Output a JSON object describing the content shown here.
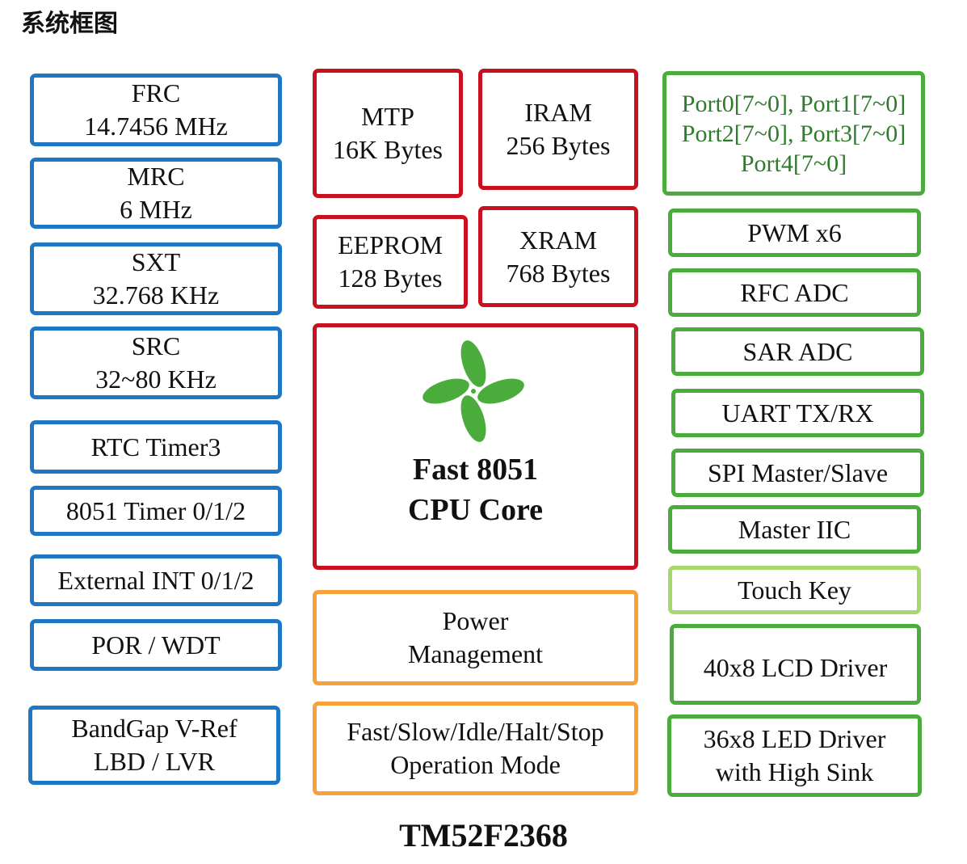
{
  "title": "系统框图",
  "left_blocks": [
    {
      "line1": "FRC",
      "line2": "14.7456 MHz"
    },
    {
      "line1": "MRC",
      "line2": "6 MHz"
    },
    {
      "line1": "SXT",
      "line2": "32.768 KHz"
    },
    {
      "line1": "SRC",
      "line2": "32~80 KHz"
    },
    {
      "line1": "RTC Timer3"
    },
    {
      "line1": "8051 Timer 0/1/2"
    },
    {
      "line1": "External INT 0/1/2"
    },
    {
      "line1": "POR / WDT"
    },
    {
      "line1": "BandGap V-Ref",
      "line2": "LBD / LVR"
    }
  ],
  "memory": {
    "mtp": {
      "line1": "MTP",
      "line2": "16K Bytes"
    },
    "iram": {
      "line1": "IRAM",
      "line2": "256 Bytes"
    },
    "eeprom": {
      "line1": "EEPROM",
      "line2": "128 Bytes"
    },
    "xram": {
      "line1": "XRAM",
      "line2": "768 Bytes"
    }
  },
  "cpu": {
    "line1": "Fast 8051",
    "line2": "CPU Core",
    "logo_icon": "green-pinwheel-icon",
    "logo_color": "#4aad3b"
  },
  "power": {
    "line1": "Power",
    "line2": "Management"
  },
  "modes": {
    "line1": "Fast/Slow/Idle/Halt/Stop",
    "line2": "Operation Mode"
  },
  "right_blocks": {
    "ports": {
      "line1": "Port0[7~0], Port1[7~0]",
      "line2": "Port2[7~0], Port3[7~0]",
      "line3": "Port4[7~0]"
    },
    "pwm": "PWM x6",
    "rfc_adc": "RFC ADC",
    "sar_adc": "SAR ADC",
    "uart": "UART TX/RX",
    "spi": "SPI Master/Slave",
    "iic": "Master IIC",
    "touch": "Touch Key",
    "lcd": "40x8 LCD Driver",
    "led": {
      "line1": "36x8 LED Driver",
      "line2": "with High Sink"
    }
  },
  "chip_name": "TM52F2368",
  "colors": {
    "blue": "#1f77c4",
    "red": "#c8101e",
    "orange": "#f7a13c",
    "green": "#4aad3b",
    "light_green": "#a5d96e"
  }
}
